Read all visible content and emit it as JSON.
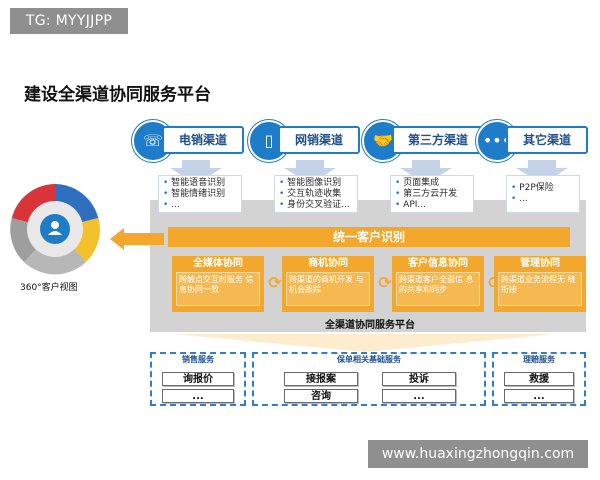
{
  "watermark_top": "TG: MYYJJPP",
  "watermark_bottom": "www.huaxingzhongqin.com",
  "title": "建设全渠道协同服务平台",
  "channels": [
    {
      "label": "电销渠道",
      "icon": "phone-icon",
      "items": [
        "智能语音识别",
        "智能情绪识别",
        "..."
      ]
    },
    {
      "label": "网销渠道",
      "icon": "smartphone-icon",
      "items": [
        "智能图像识别",
        "交互轨迹收集",
        "身份交叉验证..."
      ]
    },
    {
      "label": "第三方渠道",
      "icon": "handshake-icon",
      "items": [
        "页面集成",
        "第三方云开发",
        "API..."
      ]
    },
    {
      "label": "其它渠道",
      "icon": "more-icon",
      "items": [
        "P2P保险",
        "..."
      ]
    }
  ],
  "customer_view_label": "360°客户视图",
  "unified_id": "统一客户识别",
  "modules": [
    {
      "title": "全媒体协同",
      "desc": "跨触点交互时服务 信息协同一致"
    },
    {
      "title": "商机协同",
      "desc": "跨渠道的商机开发 与机会跟踪"
    },
    {
      "title": "客户信息协同",
      "desc": "跨渠道客户全面信 息的共享和同步"
    },
    {
      "title": "管理协同",
      "desc": "跨渠道业务流程无 缝衔接"
    }
  ],
  "platform_label": "全渠道协同服务平台",
  "services": {
    "sales": {
      "title": "销售服务",
      "items": [
        "询报价",
        "..."
      ]
    },
    "basic": {
      "title": "保单相关基础服务",
      "items": [
        "接报案",
        "投诉",
        "咨询",
        "..."
      ]
    },
    "claims": {
      "title": "理赔服务",
      "items": [
        "救援",
        "..."
      ]
    }
  },
  "colors": {
    "accent_blue": "#1e7cc8",
    "accent_orange": "#f3a72c",
    "platform_gray": "#d3d3d3"
  }
}
